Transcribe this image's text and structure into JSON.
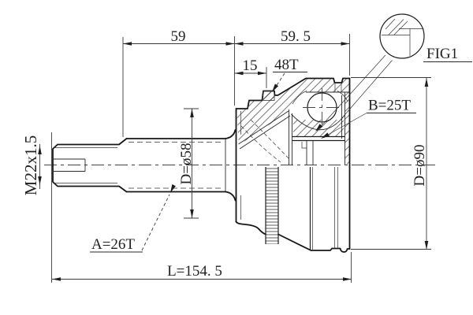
{
  "drawing": {
    "type": "technical-drawing",
    "subject": "cv-joint-outer",
    "colors": {
      "background": "#ffffff",
      "line": "#161616",
      "dimension": "#3a3a3a",
      "text": "#222222"
    },
    "labels": {
      "dim_top_left": "59",
      "dim_top_right": "59. 5",
      "dim_offset": "15",
      "abs_ring_teeth": "48T",
      "figure_ref": "FIG1",
      "inner_spline_teeth": "B=25T",
      "thread_spec": "M22x1.5",
      "shaft_flange_dia": "D=ø58",
      "outer_spline_teeth": "A=26T",
      "body_outer_dia": "D=ø90",
      "overall_length": "L=154. 5"
    }
  }
}
